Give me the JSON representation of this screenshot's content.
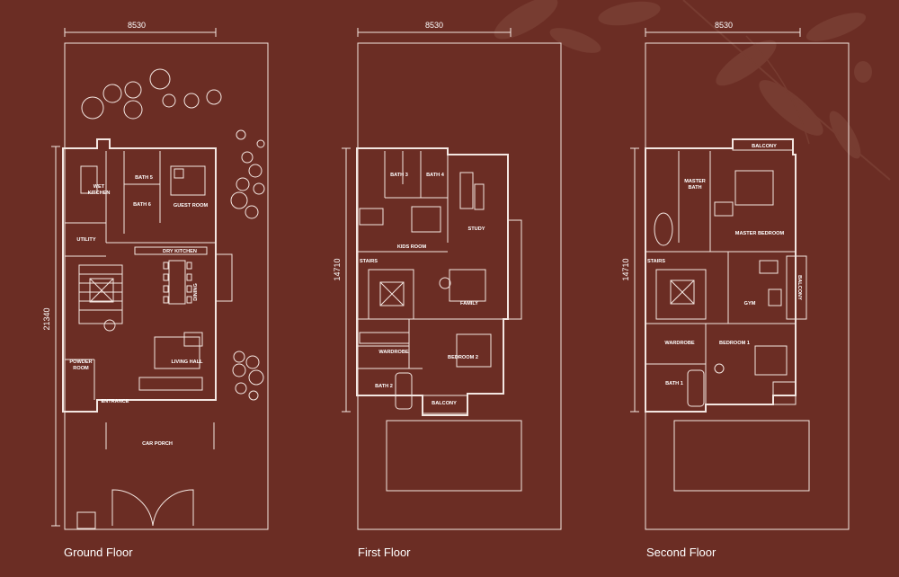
{
  "colors": {
    "background": "#6b2d24",
    "line": "#f3e6e1",
    "leaf": "#7a3f34"
  },
  "floors": [
    {
      "title": "Ground Floor",
      "width_dim": "8530",
      "depth_dim": "21340",
      "rooms": {
        "wet_kitchen_1": "WET",
        "wet_kitchen_2": "KITCHEN",
        "bath5": "BATH 5",
        "bath6": "BATH 6",
        "guest_room": "GUEST ROOM",
        "utility": "UTILITY",
        "dry_kitchen": "DRY KITCHEN",
        "dining": "DINING",
        "powder_room_1": "POWDER",
        "powder_room_2": "ROOM",
        "living_hall": "LIVING HALL",
        "entrance": "ENTRANCE",
        "car_porch": "CAR PORCH"
      }
    },
    {
      "title": "First Floor",
      "width_dim": "8530",
      "depth_dim": "14710",
      "rooms": {
        "bath3": "BATH 3",
        "bath4": "BATH 4",
        "study": "STUDY",
        "kids_room": "KIDS ROOM",
        "stairs": "STAIRS",
        "family": "FAMILY",
        "wardrobe": "WARDROBE",
        "bedroom2": "BEDROOM 2",
        "bath2": "BATH 2",
        "balcony": "BALCONY"
      }
    },
    {
      "title": "Second Floor",
      "width_dim": "8530",
      "depth_dim": "14710",
      "rooms": {
        "balcony_top": "BALCONY",
        "master_bath_1": "MASTER",
        "master_bath_2": "BATH",
        "master_bedroom": "MASTER BEDROOM",
        "stairs": "STAIRS",
        "gym": "GYM",
        "balcony_side": "BALCONY",
        "wardrobe": "WARDROBE",
        "bedroom1": "BEDROOM 1",
        "bath1": "BATH 1"
      }
    }
  ]
}
